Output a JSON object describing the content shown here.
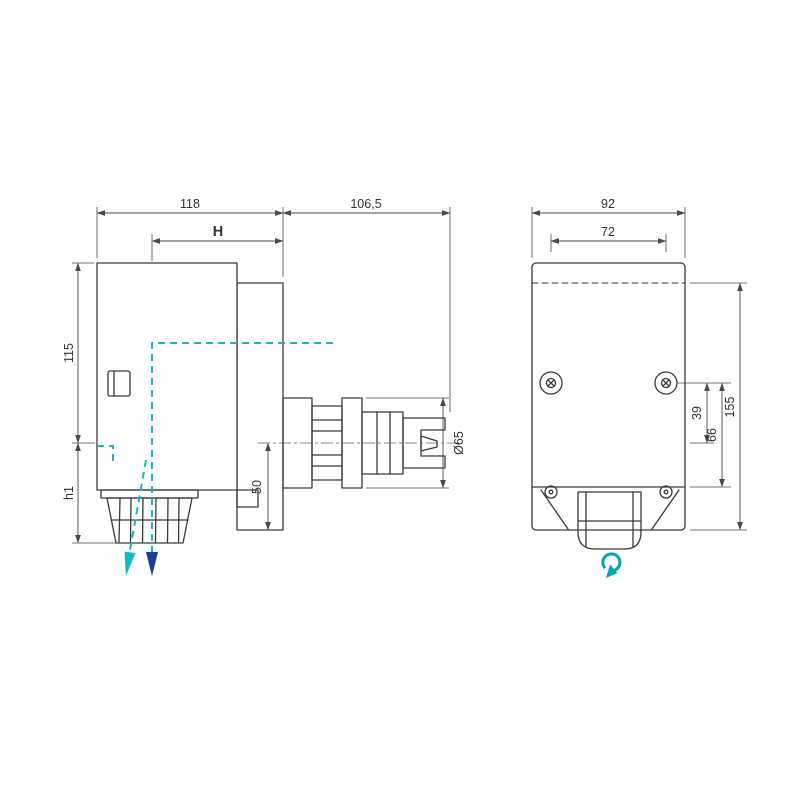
{
  "side_view": {
    "dims": {
      "body_width": "118",
      "spindle_length": "106,5",
      "gauge_h": "H",
      "upper_height": "115",
      "lower_height": "h1",
      "center_to_face": "50",
      "spindle_dia": "Ø65"
    }
  },
  "front_view": {
    "dims": {
      "body_width": "92",
      "bolt_spacing": "72",
      "bolt_to_center": "39",
      "bolt_to_face": "66",
      "overall_height": "155"
    }
  },
  "colors": {
    "outline": "#3a3a3a",
    "dimension": "#4a4a4a",
    "coolant": "#16b6cb",
    "coolant_arrow_dark": "#1d3e91",
    "rotation": "#00a6b4"
  },
  "icons": {
    "internal_coolant_flow": "dashed-teal-polyline",
    "internal_coolant_arrow": "solid-down-arrow",
    "external_coolant_arrow": "solid-down-left-arrow",
    "rotation": "clockwise-circular-arrow"
  }
}
